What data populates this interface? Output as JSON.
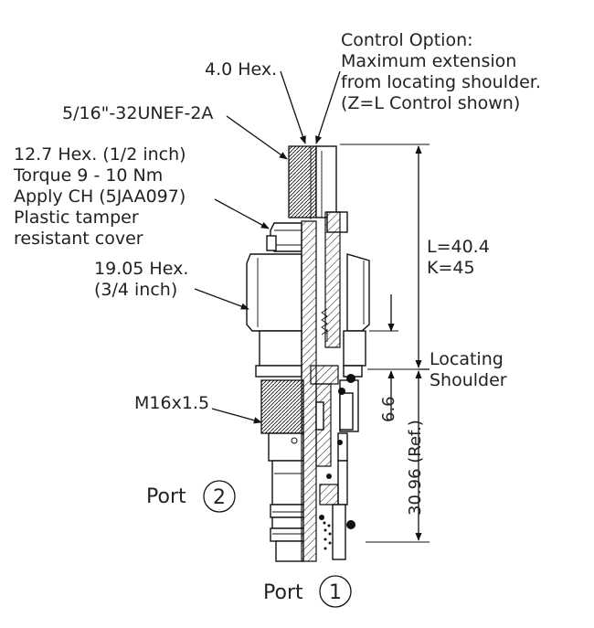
{
  "callouts": {
    "control_option": [
      "Control Option:",
      "Maximum extension",
      "from locating shoulder.",
      "(Z=L Control shown)"
    ],
    "hex_4": "4.0 Hex.",
    "thread_top": "5/16\"-32UNEF-2A",
    "hex_12_7": [
      "12.7 Hex. (1/2 inch)",
      "Torque 9 - 10 Nm",
      "Apply CH (5JAA097)",
      "Plastic tamper",
      "resistant cover"
    ],
    "hex_19_05": [
      "19.05 Hex.",
      "(3/4 inch)"
    ],
    "thread_body": "M16x1.5",
    "length": [
      "L=40.4",
      "K=45"
    ],
    "locating_shoulder": [
      "Locating",
      "Shoulder"
    ],
    "dim_6_6": "6.6",
    "dim_30_96": "30.96 (Ref.)"
  },
  "ports": {
    "port2": {
      "label": "Port",
      "number": "2"
    },
    "port1": {
      "label": "Port",
      "number": "1"
    }
  }
}
